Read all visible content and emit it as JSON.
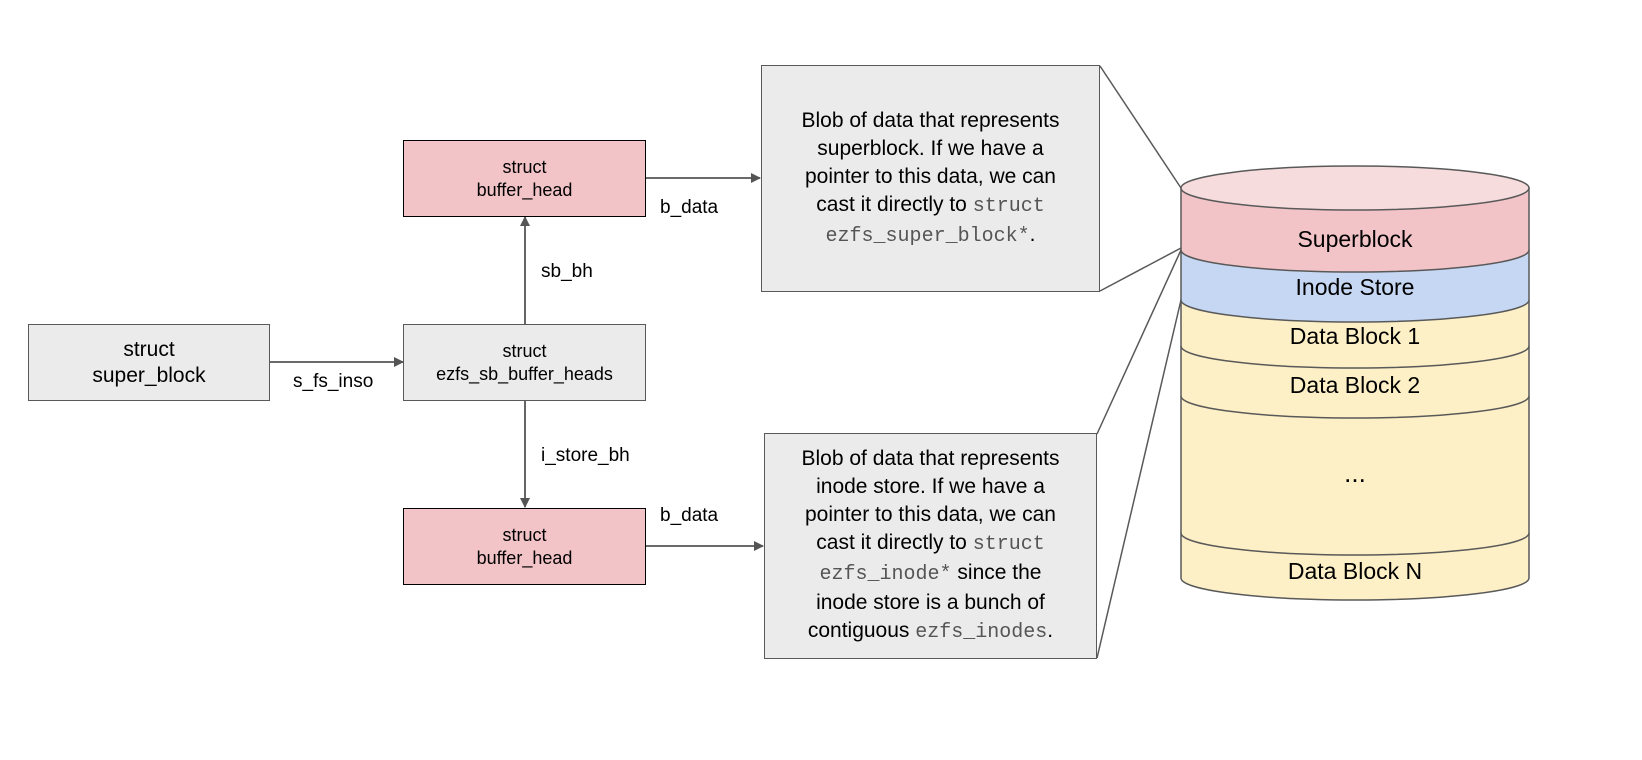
{
  "colors": {
    "pink_fill": "#f2c4c8",
    "gray_fill": "#ebebeb",
    "blue_fill": "#c6d7f3",
    "yellow_fill": "#fdefc6"
  },
  "boxes": {
    "super_block": {
      "line1": "struct",
      "line2": "super_block"
    },
    "sb_buffer_heads": {
      "line1": "struct",
      "line2": "ezfs_sb_buffer_heads"
    },
    "bh_top": {
      "line1": "struct",
      "line2": "buffer_head"
    },
    "bh_bottom": {
      "line1": "struct",
      "line2": "buffer_head"
    }
  },
  "edges": {
    "s_fs_inso": "s_fs_inso",
    "sb_bh": "sb_bh",
    "i_store_bh": "i_store_bh",
    "b_data_top": "b_data",
    "b_data_bottom": "b_data"
  },
  "blob_top": {
    "l1": "Blob of data that represents",
    "l2": "superblock. If we have a",
    "l3": "pointer to this data, we can",
    "l4_text": "cast it directly to ",
    "l4_code": "struct",
    "l5_code": "ezfs_super_block*",
    "l5_text": "."
  },
  "blob_bottom": {
    "l1": "Blob of data that represents",
    "l2": "inode store. If we have a",
    "l3": "pointer to this data, we can",
    "l4_text": "cast it directly to ",
    "l4_code": "struct",
    "l5_code": "ezfs_inode*",
    "l5_text": " since the",
    "l6": "inode store is a bunch of",
    "l7_text": "contiguous ",
    "l7_code": "ezfs_inodes",
    "l7_end": "."
  },
  "disk": {
    "superblock": "Superblock",
    "inode_store": "Inode Store",
    "data_block_1": "Data Block 1",
    "data_block_2": "Data Block 2",
    "ellipsis": "...",
    "data_block_n": "Data Block N"
  }
}
